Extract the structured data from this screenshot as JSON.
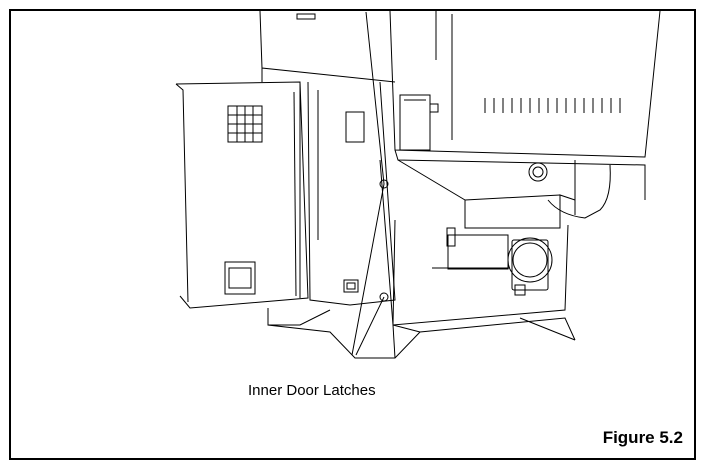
{
  "figure": {
    "label": "Figure 5.2",
    "callout_text": "Inner Door Latches",
    "subject": "boiler-unit-open-side-panel",
    "line_color": "#000000",
    "background_color": "#ffffff"
  }
}
